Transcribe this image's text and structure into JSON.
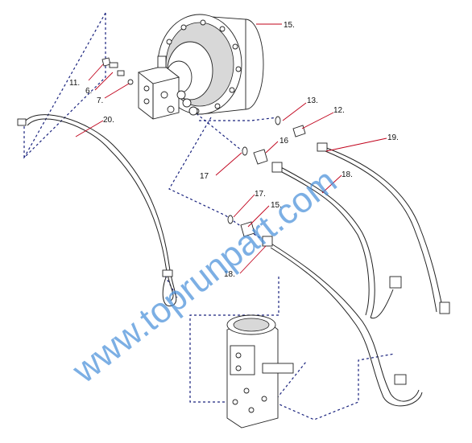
{
  "diagram": {
    "callouts": {
      "c15_top": "15.",
      "c13": "13.",
      "c12": "12.",
      "c11": "11.",
      "c6": "6.",
      "c7": "7.",
      "c20": "20.",
      "c16_top": "16",
      "c19": "19.",
      "c17_a": "17",
      "c18_a": "18.",
      "c17_b": "17.",
      "c15_mid": "15.",
      "c18_b": "18."
    },
    "watermark": "www.toprunpart.com",
    "colors": {
      "leader_lines": "#c0001a",
      "dashed_guides": "#1a237e",
      "watermark": "#4a90d9"
    }
  }
}
